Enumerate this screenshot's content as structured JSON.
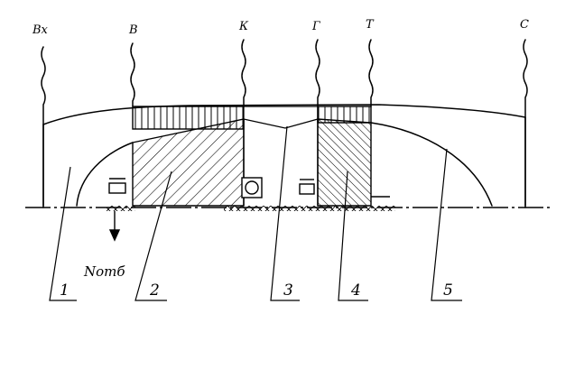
{
  "section_labels": [
    "Вх",
    "В",
    "К",
    "Г",
    "Т",
    "С"
  ],
  "part_numbers": [
    "1",
    "2",
    "3",
    "4",
    "5"
  ],
  "note": "Nотб",
  "colors": {
    "ink": "#000000",
    "paper": "#ffffff"
  }
}
